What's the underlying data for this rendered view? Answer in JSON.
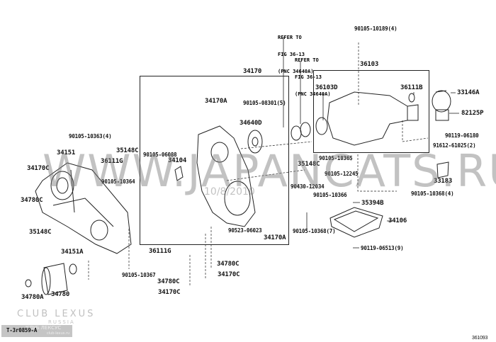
{
  "refs": [
    {
      "l1": "REFER TO",
      "l2": "FIG 36-13",
      "l3": "(PNC 34640A)"
    },
    {
      "l1": "REFER TO",
      "l2": "FIG 36-13",
      "l3": "(PNC 34640A)"
    }
  ],
  "labels": [
    "90105-10189(4)",
    "36103",
    "34170",
    "36103D",
    "36111B",
    "33146A",
    "34170A",
    "90105-08301(5)",
    "82125P",
    "34640D",
    "90119-06180",
    "90105-10363(4)",
    "35148C",
    "91612-61025(2)",
    "36111G",
    "90105-06088",
    "34104",
    "90105-10365",
    "34151",
    "35148C",
    "34170C",
    "90105-12245",
    "90105-10364",
    "90430-12034",
    "34780C",
    "33183",
    "90105-10366",
    "90105-10368(4)",
    "35394B",
    "34106",
    "35148C",
    "90523-06023",
    "34170A",
    "90105-10368(7)",
    "34151A",
    "36111G",
    "90119-06513(9)",
    "34780C",
    "90105-10367",
    "34170C",
    "34780C",
    "34780A",
    "34780",
    "34170C"
  ],
  "watermarks": {
    "site": "WWW.JAPANCATS.RU",
    "date": "10/8/2010",
    "club": "CLUB LEXUS",
    "russia": "RUSSIA",
    "club_ru": "КЛУБ ЛЕКСУС",
    "club_url": "club-lexus.ru"
  },
  "footer": {
    "code_left": "T-3r0859-A",
    "code_right": "361093"
  }
}
